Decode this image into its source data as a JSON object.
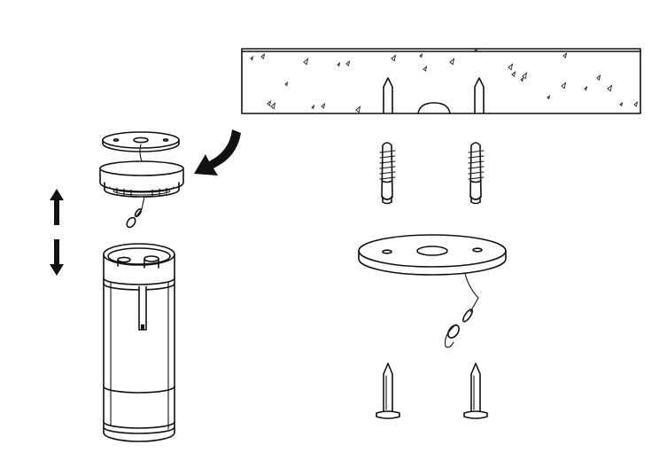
{
  "diagram": {
    "kind": "installation-illustration",
    "colors": {
      "ink": "#111111",
      "paper": "#ffffff"
    },
    "parts": [
      "ceiling-section",
      "mounting-plate-small",
      "canopy-ring",
      "safety-cable",
      "lamp-body-cylinder",
      "wall-plug-left",
      "wall-plug-right",
      "mounting-plate-large",
      "screw-left",
      "screw-right"
    ],
    "arrows": [
      "curved-arrow",
      "arrow-up-icon",
      "arrow-down-icon"
    ]
  }
}
